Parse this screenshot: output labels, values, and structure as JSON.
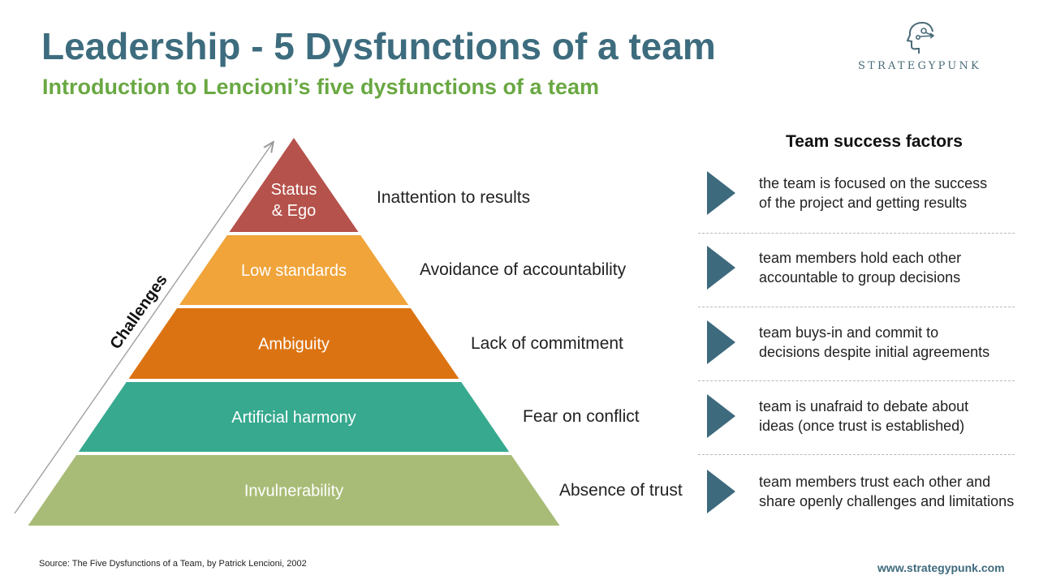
{
  "title": "Leadership - 5 Dysfunctions of a team",
  "subtitle": "Introduction to Lencioni’s five dysfunctions of a team",
  "logo": {
    "text": "STRATEGYPUNK",
    "icon": "head-network-icon",
    "color": "#4a6b78"
  },
  "axis_label": "Challenges",
  "levels": [
    {
      "label_lines": [
        "Status",
        "& Ego"
      ],
      "dysfunction": "Inattention  to results",
      "color": "#b5524b",
      "factor_lines": [
        "the team is focused on the success",
        "of the project and getting results"
      ]
    },
    {
      "label_lines": [
        "Low standards"
      ],
      "dysfunction": "Avoidance  of accountability",
      "color": "#f0a43a",
      "factor_lines": [
        "team members hold each other",
        "accountable to group decisions"
      ]
    },
    {
      "label_lines": [
        "Ambiguity"
      ],
      "dysfunction": "Lack of commitment",
      "color": "#dc7312",
      "factor_lines": [
        "team buys-in and commit  to",
        "decisions despite initial agreements"
      ]
    },
    {
      "label_lines": [
        "Artificial harmony"
      ],
      "dysfunction": "Fear on conflict",
      "color": "#36a98f",
      "factor_lines": [
        "team is unafraid to debate about",
        "ideas (once trust is established)"
      ]
    },
    {
      "label_lines": [
        "Invulnerability"
      ],
      "dysfunction": "Absence  of trust",
      "color": "#a9bc77",
      "factor_lines": [
        "team members trust each other and",
        "share openly challenges and limitations"
      ]
    }
  ],
  "success_factors_header": "Team success factors",
  "arrow_color": "#3e6a7d",
  "source": "Source: The Five Dysfunctions  of a Team, by Patrick  Lencioni,  2002",
  "url": "www.strategypunk.com"
}
